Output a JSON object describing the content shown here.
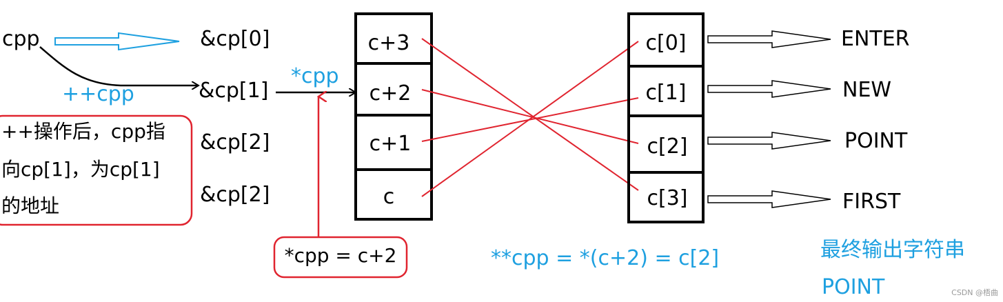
{
  "labels": {
    "cpp": "cpp",
    "inc_cpp": "++cpp",
    "deref_cpp": "*cpp",
    "cp0": "&cp[0]",
    "cp1": "&cp[1]",
    "cp2a": "&cp[2]",
    "cp2b": "&cp[2]"
  },
  "note": {
    "line1": "++操作后，cpp指",
    "line2": "向cp[1]，为cp[1]",
    "line3": "的地址"
  },
  "cp_cells": [
    "c+3",
    "c+2",
    "c+1",
    "c"
  ],
  "c_cells": [
    "c[0]",
    "c[1]",
    "c[2]",
    "c[3]"
  ],
  "strings": [
    "ENTER",
    "NEW",
    "POINT",
    "FIRST"
  ],
  "deref_box": "*cpp = c+2",
  "expr": "**cpp = *(c+2) = c[2]",
  "result": {
    "line1": "最终输出字符串",
    "line2": "POINT"
  },
  "watermark": "CSDN @梧曲",
  "colors": {
    "black": "#000000",
    "red": "#e0242f",
    "blue": "#1ea0e0"
  }
}
